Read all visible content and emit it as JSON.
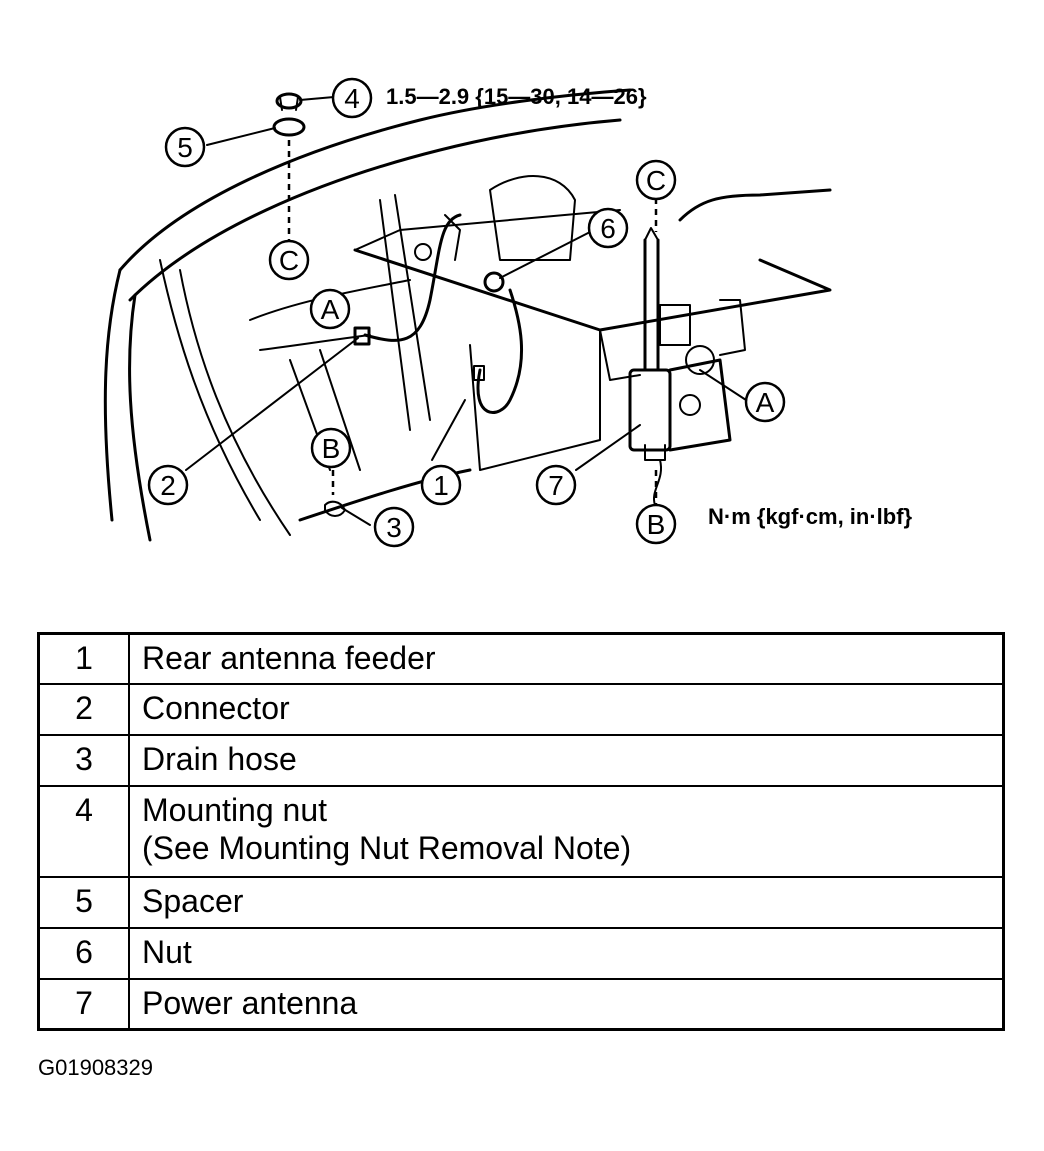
{
  "diagram": {
    "torque_spec": "1.5—2.9 {15—30, 14—26}",
    "units_note": "N·m {kgf·cm, in·lbf}",
    "callouts": [
      {
        "id": "4",
        "label": "4"
      },
      {
        "id": "5",
        "label": "5"
      },
      {
        "id": "6",
        "label": "6"
      },
      {
        "id": "1",
        "label": "1"
      },
      {
        "id": "2",
        "label": "2"
      },
      {
        "id": "3",
        "label": "3"
      },
      {
        "id": "7",
        "label": "7"
      }
    ],
    "reference_letters": {
      "c_top": "C",
      "c_left": "C",
      "a_left": "A",
      "a_right": "A",
      "b_left": "B",
      "b_right": "B"
    }
  },
  "legend": {
    "rows": [
      {
        "num": "1",
        "text": "Rear antenna feeder",
        "sub": ""
      },
      {
        "num": "2",
        "text": "Connector",
        "sub": ""
      },
      {
        "num": "3",
        "text": "Drain hose",
        "sub": ""
      },
      {
        "num": "4",
        "text": "Mounting nut",
        "sub": "(See Mounting Nut Removal Note)"
      },
      {
        "num": "5",
        "text": "Spacer",
        "sub": ""
      },
      {
        "num": "6",
        "text": "Nut",
        "sub": ""
      },
      {
        "num": "7",
        "text": "Power antenna",
        "sub": ""
      }
    ]
  },
  "figure_id": "G01908329"
}
